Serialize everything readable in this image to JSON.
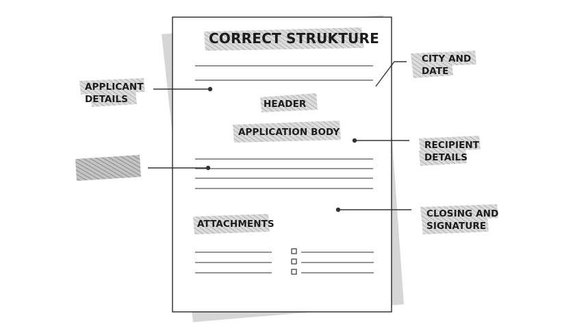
{
  "document": {
    "title": "CORRECT STRUKTURE",
    "header": "HEADER",
    "body": "APPLICATION BODY",
    "attachments": "ATTACHMENTS"
  },
  "callouts": {
    "applicant_line1": "APPLICANT",
    "applicant_line2": "DETAILS",
    "city_line1": "CITY AND",
    "city_line2": "DATE",
    "recipient_line1": "RECIPIENT",
    "recipient_line2": "DETAILS",
    "closing_line1": "CLOSING AND",
    "closing_line2": "SIGNATURE"
  },
  "colors": {
    "paper_shadow": "#d4d4d4",
    "outline": "#333333",
    "scribble": "#c8c8c8"
  }
}
